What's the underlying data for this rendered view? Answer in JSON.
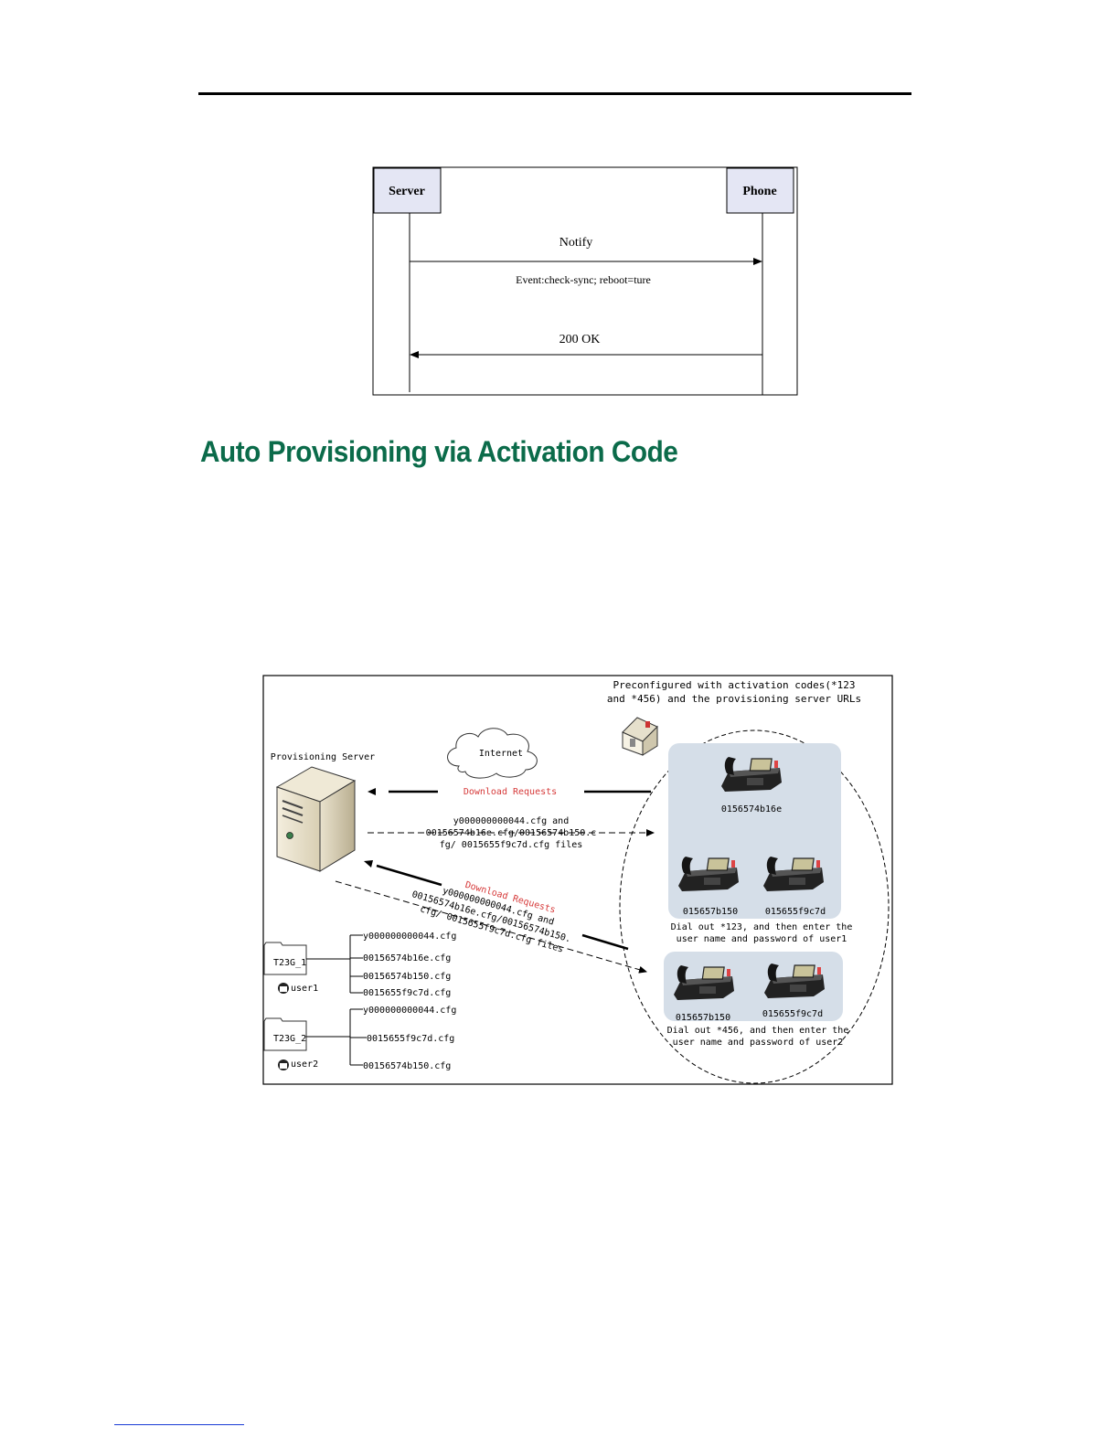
{
  "sequence_diagram": {
    "left_participant": "Server",
    "right_participant": "Phone",
    "messages": [
      {
        "label": "Notify",
        "detail": "Event:check-sync; reboot=ture",
        "direction": "server-to-phone"
      },
      {
        "label": "200 OK",
        "detail": "",
        "direction": "phone-to-server"
      }
    ]
  },
  "section": {
    "heading": "Auto Provisioning via Activation Code"
  },
  "provisioning_diagram": {
    "note_line1": "Preconfigured with activation codes(*123",
    "note_line2": "and *456) and the provisioning server URLs",
    "cloud_label": "Internet",
    "server_label": "Provisioning Server",
    "download_requests_top": "Download Requests",
    "files_top_line1": "y000000000044.cfg and",
    "files_top_line2": "00156574b16e.cfg/00156574b150.c",
    "files_top_line3": "fg/ 0015655f9c7d.cfg files",
    "download_requests_bottom": "Download Requests",
    "files_bottom_line1": "y000000000044.cfg and",
    "files_bottom_line2": "00156574b16e.cfg/00156574b150.",
    "files_bottom_line3": "cfg/ 0015655f9c7d.cfg files",
    "folder1": {
      "name": "T23G_1",
      "user": "user1",
      "files": [
        "y000000000044.cfg",
        "00156574b16e.cfg",
        "00156574b150.cfg",
        "0015655f9c7d.cfg"
      ]
    },
    "folder2": {
      "name": "T23G_2",
      "user": "user2",
      "files": [
        "y000000000044.cfg",
        "0015655f9c7d.cfg",
        "00156574b150.cfg"
      ]
    },
    "group1": {
      "phone_top": "0156574b16e",
      "phone_left": "015657b150",
      "phone_right": "015655f9c7d",
      "caption_line1": "Dial out *123, and then enter the",
      "caption_line2": "user name and password of user1"
    },
    "group2": {
      "phone_left": "015657b150",
      "phone_right": "015655f9c7d",
      "caption_line1": "Dial out *456, and then enter the",
      "caption_line2": "user name and password of user2"
    }
  },
  "colors": {
    "heading": "#0b6b4a",
    "download_requests": "#d63a3a",
    "participant_fill": "#e4e6f4",
    "phone_panel": "#d5dee8"
  }
}
